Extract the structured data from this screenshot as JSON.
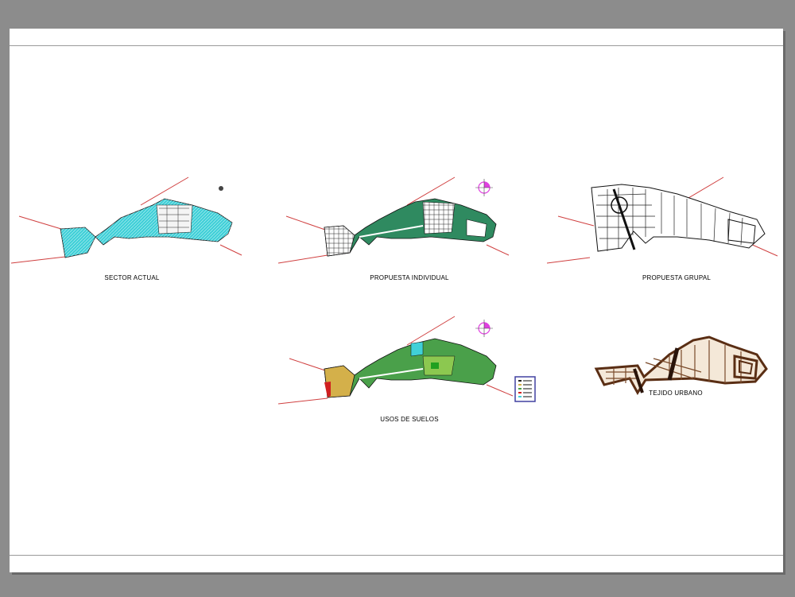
{
  "labels": {
    "sector_actual": "SECTOR ACTUAL",
    "propuesta_individual": "PROPUESTA INDIVIDUAL",
    "propuesta_grupal": "PROPUESTA GRUPAL",
    "usos_de_suelos": "USOS DE SUELOS",
    "tejido_urbano": "TEJIDO URBANO"
  },
  "colors": {
    "canvas": "#8c8c8c",
    "sheet": "#ffffff",
    "boundary": "#d04040",
    "sector_fill": "#40d0d8",
    "individual_fill": "#2f8a60",
    "usos_fill": "#4aa04a",
    "tejido_fill": "#5a2e14",
    "north_arrow": "#e040e0"
  },
  "icons": {
    "north_arrow": "north-arrow-icon",
    "legend": "legend-box-icon"
  }
}
